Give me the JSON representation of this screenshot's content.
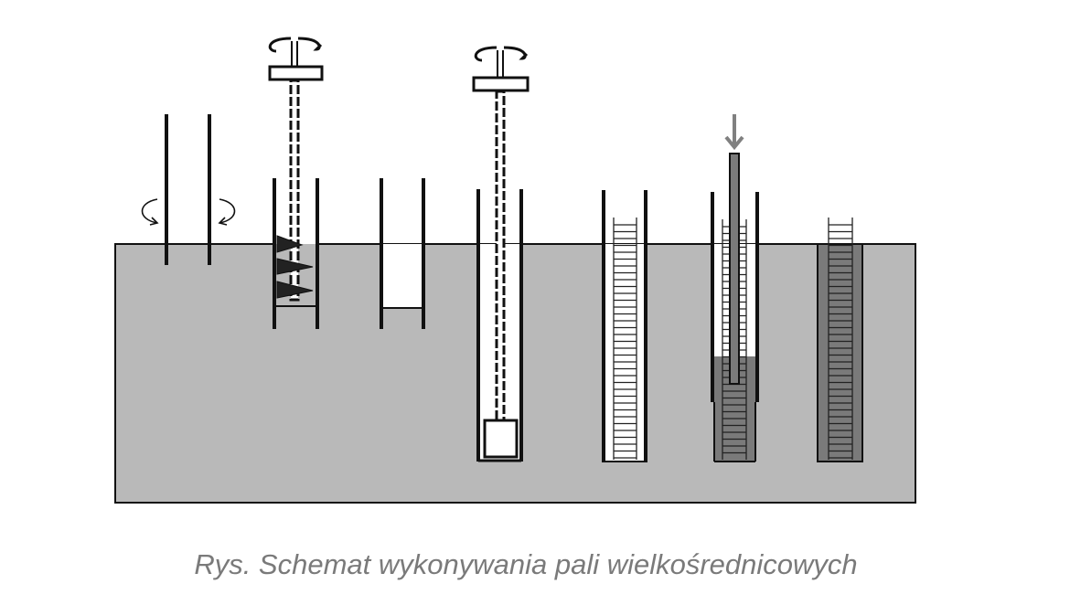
{
  "caption": "Rys. Schemat wykonywania pali wielkośrednicowych",
  "colors": {
    "ground": "#b9b9b9",
    "concrete": "#7a7a7a",
    "line": "#111111",
    "arrow": "#808080"
  },
  "stages": [
    "casing-rotation",
    "auger-drilling",
    "excavated-bore",
    "bore-cleaning",
    "cage-placement",
    "concreting",
    "finished-pile"
  ]
}
